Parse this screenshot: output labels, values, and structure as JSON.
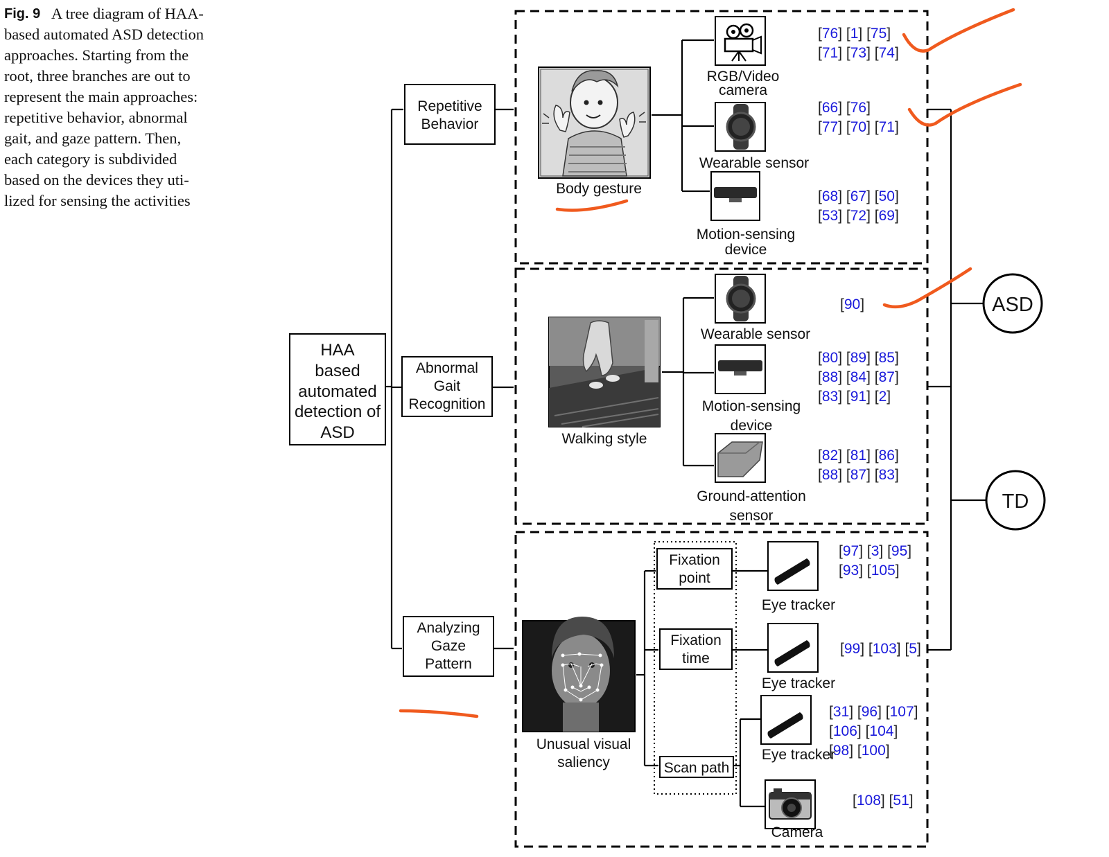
{
  "figure": {
    "label": "Fig. 9",
    "caption_lines": [
      "A tree diagram of HAA-",
      "based automated ASD detection",
      "approaches. Starting from the",
      "root, three branches are out to",
      "represent the main approaches:",
      "repetitive behavior, abnormal",
      "gait, and gaze pattern. Then,",
      "each category is subdivided",
      "based on the devices they uti-",
      "lized for sensing the activities"
    ]
  },
  "root": {
    "lines": [
      "HAA",
      "based",
      "automated",
      "detection of",
      "ASD"
    ]
  },
  "categories": [
    {
      "lines": [
        "Repetitive",
        "Behavior"
      ]
    },
    {
      "lines": [
        "Abnormal",
        "Gait",
        "Recognition"
      ]
    },
    {
      "lines": [
        "Analyzing",
        "Gaze",
        "Pattern"
      ]
    }
  ],
  "activities": {
    "body_gesture": "Body gesture",
    "walking_style": "Walking style",
    "visual_saliency": [
      "Unusual visual",
      "saliency"
    ]
  },
  "gaze_features": {
    "fixation_point": [
      "Fixation",
      "point"
    ],
    "fixation_time": [
      "Fixation",
      "time"
    ],
    "scan_path": "Scan path"
  },
  "devices": {
    "rgb_camera": [
      "RGB/Video",
      "camera"
    ],
    "wearable_1": "Wearable sensor",
    "motion_1": [
      "Motion-sensing",
      "device"
    ],
    "wearable_2": "Wearable sensor",
    "motion_2": [
      "Motion-sensing",
      "device"
    ],
    "ground_sensor": [
      "Ground-attention",
      "sensor"
    ],
    "eye_tracker_1": "Eye tracker",
    "eye_tracker_2": "Eye tracker",
    "eye_tracker_3": "Eye tracker",
    "camera": "Camera"
  },
  "references": {
    "rgb_camera": [
      [
        "76",
        "1",
        "75"
      ],
      [
        "71",
        "73",
        "74"
      ]
    ],
    "wearable_1": [
      [
        "66",
        "76"
      ],
      [
        "77",
        "70",
        "71"
      ]
    ],
    "motion_1": [
      [
        "68",
        "67",
        "50"
      ],
      [
        "53",
        "72",
        "69"
      ]
    ],
    "wearable_2": [
      [
        "90"
      ]
    ],
    "motion_2": [
      [
        "80",
        "89",
        "85"
      ],
      [
        "88",
        "84",
        "87"
      ],
      [
        "83",
        "91",
        "2"
      ]
    ],
    "ground_sensor": [
      [
        "82",
        "81",
        "86"
      ],
      [
        "88",
        "87",
        "83"
      ]
    ],
    "eye_tracker_1": [
      [
        "97",
        "3",
        "95"
      ],
      [
        "93",
        "105"
      ]
    ],
    "eye_tracker_2": [
      [
        "99",
        "103",
        "5"
      ]
    ],
    "eye_tracker_3": [
      [
        "31",
        "96",
        "107"
      ],
      [
        "106",
        "104"
      ],
      [
        "98",
        "100"
      ]
    ],
    "camera": [
      [
        "108",
        "51"
      ]
    ]
  },
  "outcomes": {
    "asd": "ASD",
    "td": "TD"
  },
  "colors": {
    "reference": "#1a1adb",
    "annotation": "#f05a1e"
  }
}
